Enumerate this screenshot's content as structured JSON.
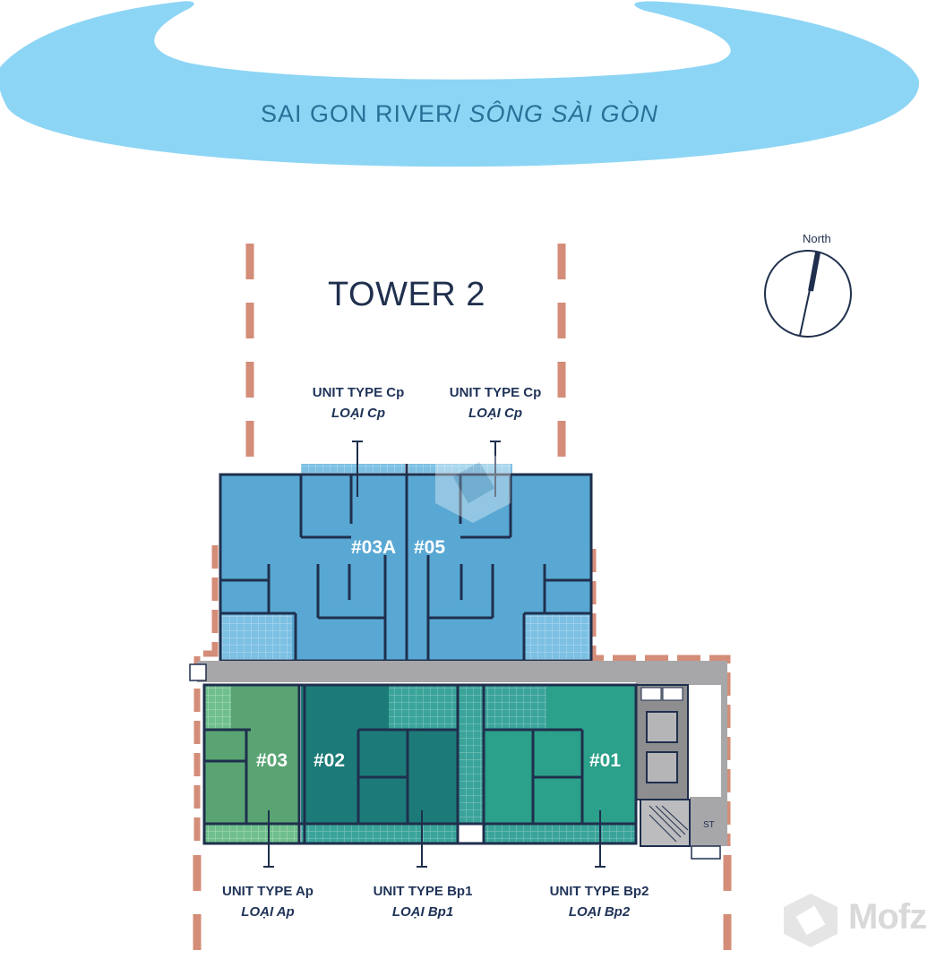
{
  "river": {
    "name": "SAI GON RIVER/",
    "name_vi": " SÔNG SÀI GÒN"
  },
  "tower": {
    "title": "TOWER 2"
  },
  "compass": {
    "label": "North"
  },
  "units": [
    {
      "no": "#03A",
      "type": "UNIT TYPE Cp",
      "type_vi": "LOẠI Cp"
    },
    {
      "no": "#05",
      "type": "UNIT TYPE Cp",
      "type_vi": "LOẠI Cp"
    },
    {
      "no": "#03",
      "type": "UNIT TYPE Ap",
      "type_vi": "LOẠI Ap"
    },
    {
      "no": "#02",
      "type": "UNIT TYPE Bp1",
      "type_vi": "LOẠI Bp1"
    },
    {
      "no": "#01",
      "type": "UNIT TYPE Bp2",
      "type_vi": "LOẠI Bp2"
    }
  ],
  "stair_label": "ST",
  "brand": "Mofz",
  "colors": {
    "river": "#8dd5f5",
    "river_label": "#2a6f97",
    "unit_cp": "#59a8d4",
    "unit_ap": "#5aa474",
    "unit_bp1": "#1c7b78",
    "unit_bp2": "#2ba08a",
    "corridor": "#a7a7a9",
    "boundary": "#d48d78",
    "navy": "#1f2f4d"
  }
}
